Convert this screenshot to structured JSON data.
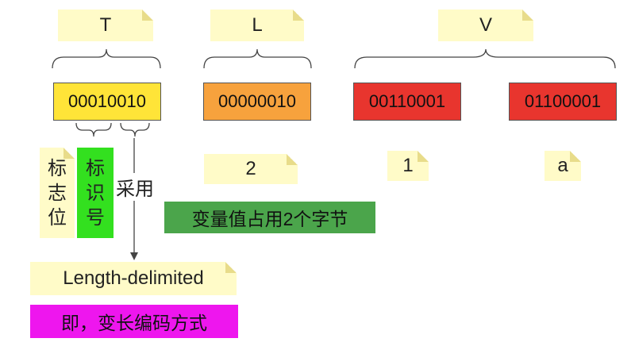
{
  "headers": {
    "t": "T",
    "l": "L",
    "v": "V"
  },
  "bytes": {
    "tag": "00010010",
    "length": "00000010",
    "value1": "00110001",
    "value2": "01100001"
  },
  "decoded": {
    "length": "2",
    "value1": "1",
    "value2": "a"
  },
  "labels": {
    "flag_bits": [
      "标",
      "志",
      "位"
    ],
    "field_number": [
      "标",
      "识",
      "号"
    ],
    "uses": "采用",
    "varint_note": "变量值占用2个字节",
    "wire_type": "Length-delimited",
    "encoding_note": "即，变长编码方式"
  },
  "colors": {
    "tag_fill": "#ffe438",
    "length_fill": "#f7a23d",
    "value_fill": "#e8352e",
    "note_fill": "#fffbc8",
    "field_number_fill": "#33e01f",
    "varint_fill": "#4ba54b",
    "encoding_fill": "#ee16ee"
  }
}
